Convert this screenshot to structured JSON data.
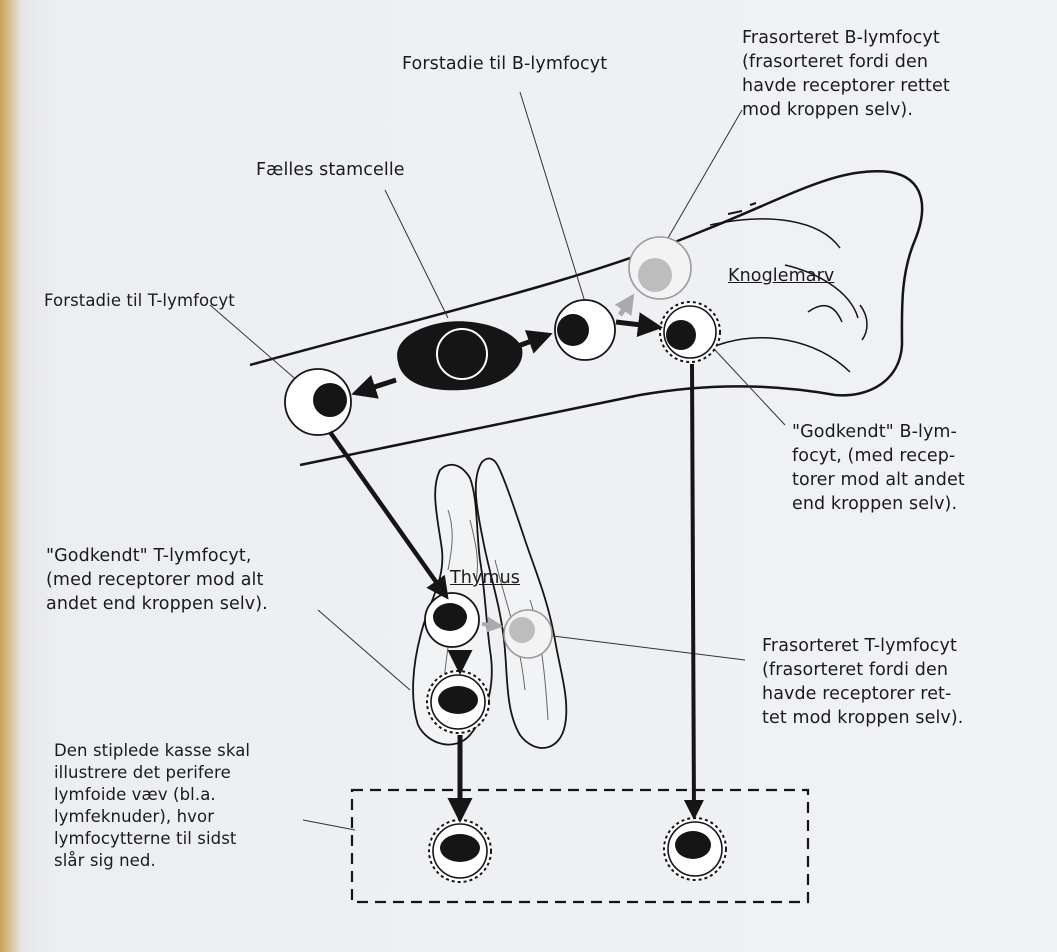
{
  "labels": {
    "forstadie_b": "Forstadie til B-lymfocyt",
    "frasorteret_b": "Frasorteret B-lymfocyt\n(frasorteret fordi den\nhavde receptorer rettet\nmod kroppen selv).",
    "faelles_stamcelle": "Fælles stamcelle",
    "knoglemarv": "Knoglemarv",
    "forstadie_t": "Forstadie til T-lymfocyt",
    "godkendt_b": "\"Godkendt\" B-lym-\nfocyt, (med recep-\ntorer mod alt andet\nend kroppen selv).",
    "godkendt_t": "\"Godkendt\" T-lymfocyt,\n(med receptorer mod alt\nandet end kroppen selv).",
    "thymus": "Thymus",
    "frasorteret_t": "Frasorteret T-lymfocyt\n(frasorteret fordi den\nhavde receptorer ret-\ntet mod kroppen selv).",
    "stiplede_kasse": "Den stiplede kasse skal\nillustrere det perifere\nlymfoide væv (bl.a.\nlymfeknuder), hvor\nlymfocytterne til sidst\nslår sig ned."
  },
  "colors": {
    "ink": "#151515",
    "cell_fill": "#ffffff",
    "rejected_nucleus": "#bdbdbd",
    "background": "#eef0f3"
  }
}
